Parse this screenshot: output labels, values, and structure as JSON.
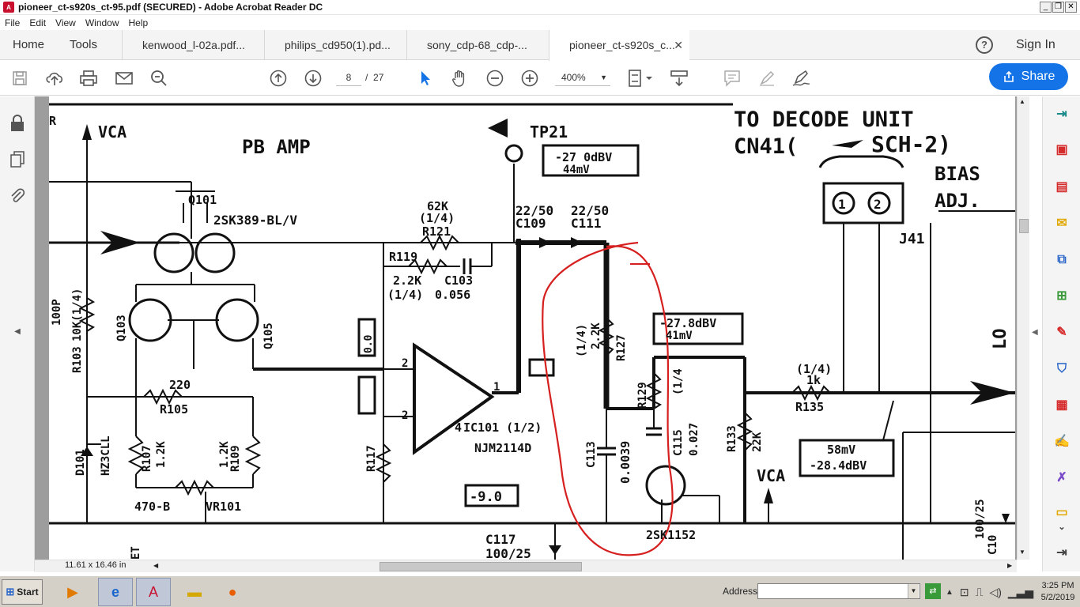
{
  "window": {
    "title": "pioneer_ct-s920s_ct-95.pdf (SECURED) - Adobe Acrobat Reader DC",
    "controls": {
      "minimize": "_",
      "restore": "❐",
      "close": "✕"
    }
  },
  "menu": [
    "File",
    "Edit",
    "View",
    "Window",
    "Help"
  ],
  "nav": {
    "home": "Home",
    "tools": "Tools"
  },
  "tabs": [
    {
      "label": "kenwood_l-02a.pdf..."
    },
    {
      "label": "philips_cd950(1).pd..."
    },
    {
      "label": "sony_cdp-68_cdp-..."
    },
    {
      "label": "pioneer_ct-s920s_c...",
      "close": "✕"
    }
  ],
  "header": {
    "help": "?",
    "sign_in": "Sign In"
  },
  "toolbar": {
    "page_current": "8",
    "page_separator": "/",
    "page_total": "27",
    "zoom": "400%",
    "share": "Share"
  },
  "icons": {
    "save": "save-icon",
    "upload": "upload-icon",
    "print": "print-icon",
    "email": "email-icon",
    "search": "zoom-search-icon",
    "prev": "page-up-icon",
    "next": "page-down-icon",
    "select": "select-cursor-icon",
    "hand": "hand-icon",
    "zoomout": "zoom-out-icon",
    "zoomin": "zoom-in-icon",
    "fit": "fit-page-icon",
    "scroll": "scroll-mode-icon",
    "comment": "comment-icon",
    "highlight": "highlight-icon",
    "sign": "sign-icon"
  },
  "status": {
    "page_size": "11.61 x 16.46 in"
  },
  "schematic": {
    "labels": {
      "vca_top": "VCA",
      "pb_amp": "PB AMP",
      "tp21": "TP21",
      "tp21_level": "-27 0dBV",
      "tp21_mv": "44mV",
      "to_decode": "TO DECODE UNIT",
      "cn41": "CN41(",
      "sch2": "SCH-2)",
      "bias": "BIAS",
      "adj": "ADJ.",
      "q101": "Q101",
      "q101_part": "2SK389-BL/V",
      "r121_val": "62K",
      "r121_w": "(1/4)",
      "r121": "R121",
      "c109_val": "22/50",
      "c111_val": "22/50",
      "c109": "C109",
      "c111": "C111",
      "j41": "J41",
      "r119": "R119",
      "r119_val": "2.2K",
      "c103": "C103",
      "r119_w": "(1/4)",
      "c103_val": "0.056",
      "side_100p": "100P",
      "r103": "R103",
      "r103_val": "10K(1/4)",
      "q103": "Q103",
      "q105": "Q105",
      "r127_w": "(1/4)",
      "r127_val": "2.2K",
      "r127": "R127",
      "lvl2": "-27.8dBV",
      "lvl2_mv": "41mV",
      "r105_val": "220",
      "r105": "R105",
      "pin2_top": "2",
      "pin2_bot": "2",
      "pin1": "1",
      "r129": "R129",
      "r129_w": "(1/4",
      "c115": "C115",
      "c115_val": "0.027",
      "r135_w": "(1/4)",
      "r135_val": "1k",
      "r135": "R135",
      "d101": "D101",
      "d101_part": "HZ3CLL",
      "r107": "R107",
      "r107_val": "1.2K",
      "r109": "R109",
      "r109_val": "1.2K",
      "r117": "R117",
      "ic101": "IC101 (1/2)",
      "ic101_part": "NJM2114D",
      "ic101_pin": "4",
      "c113": "C113",
      "c113_val": "0.0039",
      "r133": "R133",
      "r133_val": "22K",
      "lvl3_mv": "58mV",
      "lvl3": "-28.4dBV",
      "side_100_25": "100/25",
      "side_c1": "C10",
      "r_box": "0.0",
      "vr101_val": "470-B",
      "vr101": "VR101",
      "neg9": "-9.0",
      "vca_bot": "VCA",
      "c117": "C117",
      "c117_val": "100/25",
      "q_part": "2SK1152",
      "et": "ET",
      "side_l": "LO",
      "one": "1",
      "two": "2",
      "r_edge": "R"
    }
  },
  "taskbar": {
    "start": "Start",
    "address_label": "Address",
    "time": "3:25 PM",
    "date": "5/2/2019"
  }
}
